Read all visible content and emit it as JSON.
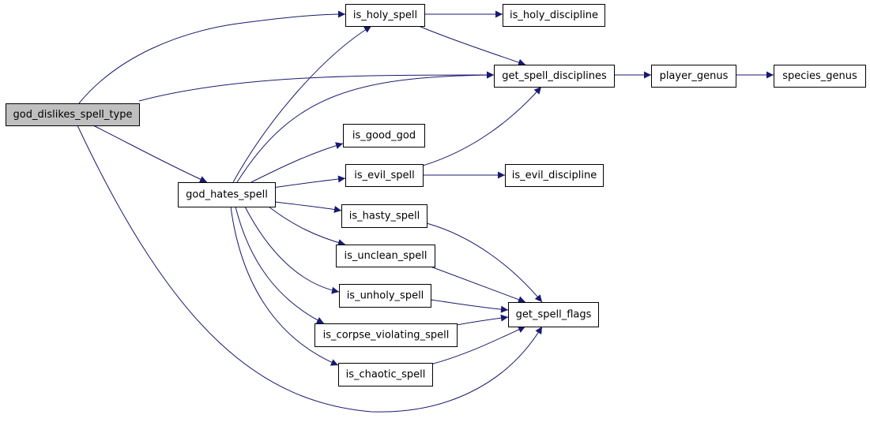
{
  "colors": {
    "node_fill": "#ffffff",
    "root_fill": "#bfbfbf",
    "node_border": "#000000",
    "edge": "#191970"
  },
  "nodes": {
    "god_dislikes_spell_type": {
      "label": "god_dislikes_spell_type",
      "highlight": true
    },
    "is_holy_spell": {
      "label": "is_holy_spell"
    },
    "is_holy_discipline": {
      "label": "is_holy_discipline"
    },
    "get_spell_disciplines": {
      "label": "get_spell_disciplines"
    },
    "player_genus": {
      "label": "player_genus"
    },
    "species_genus": {
      "label": "species_genus"
    },
    "god_hates_spell": {
      "label": "god_hates_spell"
    },
    "is_good_god": {
      "label": "is_good_god"
    },
    "is_evil_spell": {
      "label": "is_evil_spell"
    },
    "is_evil_discipline": {
      "label": "is_evil_discipline"
    },
    "is_hasty_spell": {
      "label": "is_hasty_spell"
    },
    "is_unclean_spell": {
      "label": "is_unclean_spell"
    },
    "is_unholy_spell": {
      "label": "is_unholy_spell"
    },
    "get_spell_flags": {
      "label": "get_spell_flags"
    },
    "is_corpse_violating_spell": {
      "label": "is_corpse_violating_spell"
    },
    "is_chaotic_spell": {
      "label": "is_chaotic_spell"
    }
  },
  "edges": [
    {
      "from": "god_dislikes_spell_type",
      "to": "is_holy_spell"
    },
    {
      "from": "god_dislikes_spell_type",
      "to": "get_spell_disciplines"
    },
    {
      "from": "god_dislikes_spell_type",
      "to": "god_hates_spell"
    },
    {
      "from": "god_dislikes_spell_type",
      "to": "get_spell_flags"
    },
    {
      "from": "is_holy_spell",
      "to": "is_holy_discipline"
    },
    {
      "from": "is_holy_spell",
      "to": "get_spell_disciplines"
    },
    {
      "from": "get_spell_disciplines",
      "to": "player_genus"
    },
    {
      "from": "player_genus",
      "to": "species_genus"
    },
    {
      "from": "god_hates_spell",
      "to": "is_holy_spell"
    },
    {
      "from": "god_hates_spell",
      "to": "get_spell_disciplines"
    },
    {
      "from": "god_hates_spell",
      "to": "is_good_god"
    },
    {
      "from": "god_hates_spell",
      "to": "is_evil_spell"
    },
    {
      "from": "god_hates_spell",
      "to": "is_hasty_spell"
    },
    {
      "from": "god_hates_spell",
      "to": "is_unclean_spell"
    },
    {
      "from": "god_hates_spell",
      "to": "is_unholy_spell"
    },
    {
      "from": "god_hates_spell",
      "to": "is_corpse_violating_spell"
    },
    {
      "from": "god_hates_spell",
      "to": "is_chaotic_spell"
    },
    {
      "from": "is_evil_spell",
      "to": "get_spell_disciplines"
    },
    {
      "from": "is_evil_spell",
      "to": "is_evil_discipline"
    },
    {
      "from": "is_hasty_spell",
      "to": "get_spell_flags"
    },
    {
      "from": "is_unclean_spell",
      "to": "get_spell_flags"
    },
    {
      "from": "is_unholy_spell",
      "to": "get_spell_flags"
    },
    {
      "from": "is_corpse_violating_spell",
      "to": "get_spell_flags"
    },
    {
      "from": "is_chaotic_spell",
      "to": "get_spell_flags"
    }
  ]
}
